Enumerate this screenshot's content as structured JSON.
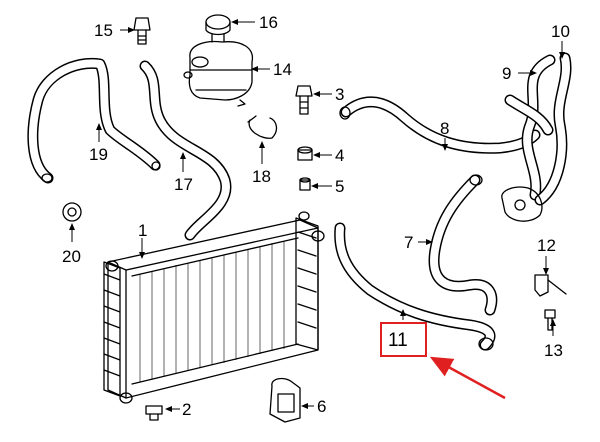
{
  "callouts": {
    "c1": "1",
    "c2": "2",
    "c3": "3",
    "c4": "4",
    "c5": "5",
    "c6": "6",
    "c7": "7",
    "c8": "8",
    "c9": "9",
    "c10": "10",
    "c11": "11",
    "c12": "12",
    "c13": "13",
    "c14": "14",
    "c15": "15",
    "c16": "16",
    "c17": "17",
    "c18": "18",
    "c19": "19",
    "c20": "20"
  },
  "highlight": {
    "part": "11",
    "color": "#e02020"
  },
  "colors": {
    "line": "#000000",
    "background": "#ffffff"
  }
}
